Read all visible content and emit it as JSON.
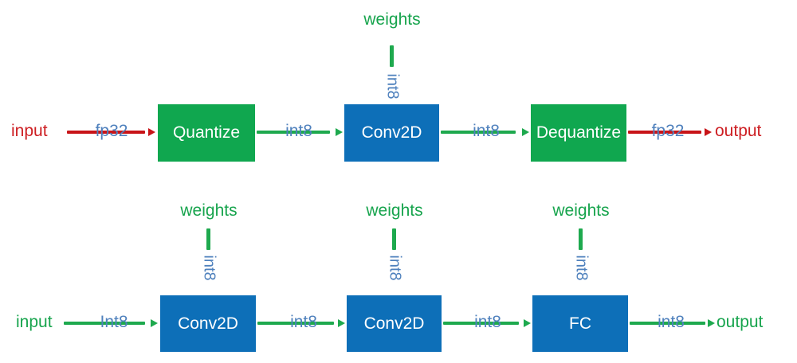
{
  "colors": {
    "box_green": "#10a74f",
    "box_blue": "#0d6fb8",
    "line_green": "#1ea94e",
    "line_red": "#c81418",
    "text_red": "#cd1e22",
    "text_green": "#17a44d",
    "dtype_blue": "#4f81bd",
    "box_text": "#ffffff",
    "background": "#ffffff"
  },
  "row1": {
    "input_label": "input",
    "input_dtype": "fp32",
    "quantize_label": "Quantize",
    "edge1_dtype": "int8",
    "conv_label": "Conv2D",
    "edge2_dtype": "int8",
    "dequantize_label": "Dequantize",
    "output_dtype": "fp32",
    "output_label": "output",
    "weights": {
      "label": "weights",
      "dtype": "int8"
    }
  },
  "row2": {
    "input_label": "input",
    "input_dtype": "Int8",
    "conv1_label": "Conv2D",
    "edge1_dtype": "int8",
    "conv2_label": "Conv2D",
    "edge2_dtype": "int8",
    "fc_label": "FC",
    "output_dtype": "int8",
    "output_label": "output",
    "weights1": {
      "label": "weights",
      "dtype": "int8"
    },
    "weights2": {
      "label": "weights",
      "dtype": "int8"
    },
    "weights3": {
      "label": "weights",
      "dtype": "int8"
    }
  }
}
